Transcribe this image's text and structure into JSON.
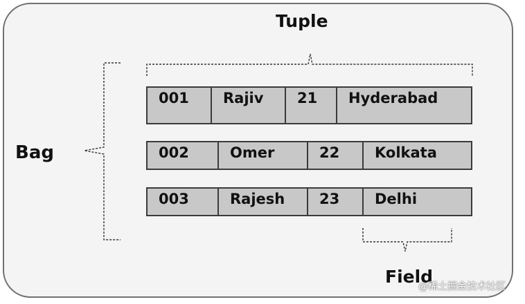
{
  "labels": {
    "tuple": "Tuple",
    "bag": "Bag",
    "field": "Field"
  },
  "rows": [
    [
      "001",
      "Rajiv",
      "21",
      "Hyderabad"
    ],
    [
      "002",
      "Omer",
      "22",
      "Kolkata"
    ],
    [
      "003",
      "Rajesh",
      "23",
      "Delhi"
    ]
  ],
  "watermark": "@稀土掘金技术社区"
}
